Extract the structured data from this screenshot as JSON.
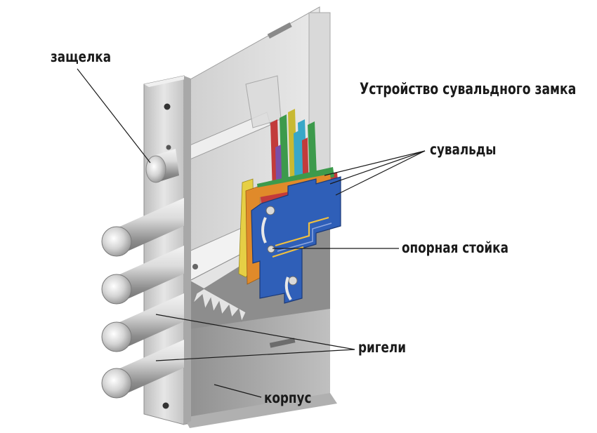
{
  "title": "Устройство сувальдного замка",
  "labels": {
    "latch": "защелка",
    "levers": "сувальды",
    "support_post": "опорная стойка",
    "bolts": "ригели",
    "body": "корпус"
  },
  "colors": {
    "plate_light": "#e4e4e4",
    "plate_mid": "#c9c9c9",
    "plate_dark": "#9a9a9a",
    "lever_blue": "#2f5fb8",
    "lever_green": "#3d9a4c",
    "lever_red": "#c23b3b",
    "lever_orange": "#e08a2a",
    "lever_yellow": "#c8b933",
    "lever_cyan": "#38a7c8",
    "lever_purple": "#7a4fa8"
  }
}
